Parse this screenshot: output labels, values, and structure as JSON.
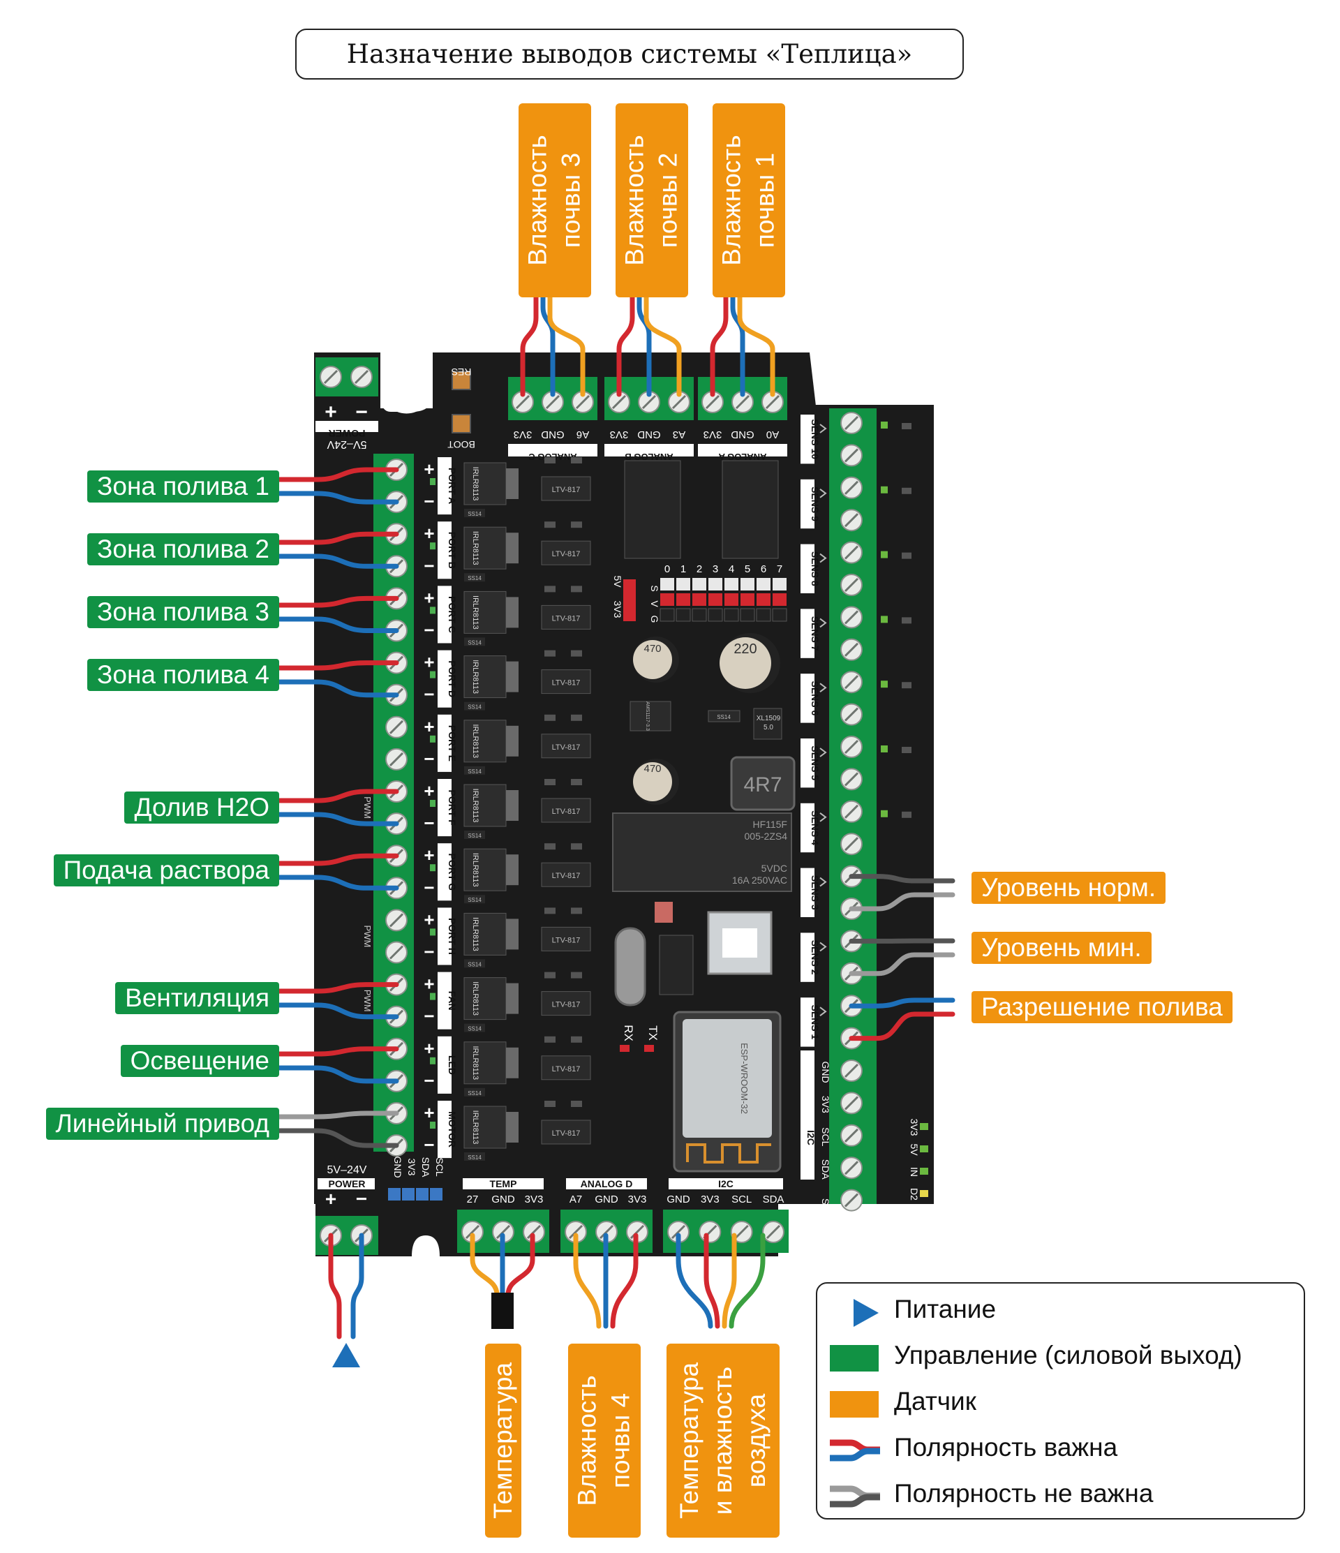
{
  "title": "Назначение выводов системы «Теплица»",
  "colors": {
    "power": "#1d6fb8",
    "control": "#119244",
    "sensor": "#f0930f",
    "board": "#1b1b1b",
    "terminal": "#119244"
  },
  "left_outputs": [
    {
      "label": "Зона полива 1",
      "type": "control"
    },
    {
      "label": "Зона полива 2",
      "type": "control"
    },
    {
      "label": "Зона полива 3",
      "type": "control"
    },
    {
      "label": "Зона полива 4",
      "type": "control"
    },
    {
      "label": "Долив H2O",
      "type": "control"
    },
    {
      "label": "Подача раствора",
      "type": "control"
    },
    {
      "label": "Вентиляция",
      "type": "control"
    },
    {
      "label": "Освещение",
      "type": "control"
    },
    {
      "label": "Линейный привод",
      "type": "control"
    }
  ],
  "right_sensors": [
    {
      "label": "Уровень норм.",
      "type": "sensor"
    },
    {
      "label": "Уровень мин.",
      "type": "sensor"
    },
    {
      "label": "Разрешение полива",
      "type": "sensor"
    }
  ],
  "top_sensors": [
    {
      "line1": "Влажность",
      "line2": "почвы 3",
      "port": "ANALOG C"
    },
    {
      "line1": "Влажность",
      "line2": "почвы 2",
      "port": "ANALOG B"
    },
    {
      "line1": "Влажность",
      "line2": "почвы 1",
      "port": "ANALOG A"
    }
  ],
  "bottom_sensors": [
    {
      "line1": "Температура",
      "line2": "",
      "line3": "",
      "port": "TEMP"
    },
    {
      "line1": "Влажность",
      "line2": "почвы 4",
      "line3": "",
      "port": "ANALOG D"
    },
    {
      "line1": "Температура",
      "line2": "и влажность",
      "line3": "воздуха",
      "port": "I2C"
    }
  ],
  "legend": [
    {
      "label": "Питание",
      "kind": "triangle"
    },
    {
      "label": "Управление (силовой выход)",
      "kind": "green"
    },
    {
      "label": "Датчик",
      "kind": "orange"
    },
    {
      "label": "Полярность важна",
      "kind": "polar-wire"
    },
    {
      "label": "Полярность не важна",
      "kind": "grey-wire"
    }
  ],
  "board": {
    "power_label": "POWER",
    "power_voltage": "5V–24V",
    "plus": "+",
    "minus": "−",
    "res": "RES",
    "boot": "BOOT",
    "ports": [
      "PORT A",
      "PORT B",
      "PORT C",
      "PORT D",
      "PORT E",
      "PORT F",
      "PORT G",
      "PORT H",
      "FAN",
      "LED",
      "MOTOR"
    ],
    "sens": [
      "SENS 10",
      "SENS 9",
      "SENS 8",
      "SENS 7",
      "SENS 6",
      "SENS 5",
      "SENS 4",
      "SENS 3",
      "SENS 2",
      "SENS 1"
    ],
    "analog_c_pins": [
      "3V3",
      "GND",
      "A6"
    ],
    "analog_b_pins": [
      "3V3",
      "GND",
      "A3"
    ],
    "analog_a_pins": [
      "3V3",
      "GND",
      "A0"
    ],
    "analog_c_title": "ANALOG C",
    "analog_b_title": "ANALOG B",
    "analog_a_title": "ANALOG A",
    "temp_title": "TEMP",
    "temp_pins": [
      "27",
      "GND",
      "3V3"
    ],
    "analog_d_title": "ANALOG D",
    "analog_d_pins": [
      "A7",
      "GND",
      "3V3"
    ],
    "i2c_title": "I2C",
    "i2c_pins": [
      "GND",
      "3V3",
      "SCL",
      "SDA"
    ],
    "i2c_side_pins": [
      "GND",
      "3V3",
      "SCL",
      "SDA"
    ],
    "i2c_side_title": "I2C",
    "s_label": "S",
    "header_pins": [
      "GND",
      "3V3",
      "SDA",
      "SCL"
    ],
    "gpio_numbers": [
      "0",
      "1",
      "2",
      "3",
      "4",
      "5",
      "6",
      "7"
    ],
    "svg_labels": [
      "S",
      "V",
      "G"
    ],
    "v_select": [
      "5V",
      "3V3"
    ],
    "status_leds": [
      "3V3",
      "5V",
      "IN",
      "D2"
    ],
    "cap1": "470",
    "cap2": "220",
    "cap3": "470",
    "inductor": "4R7",
    "relay_line1": "HF115F",
    "relay_line2": "005-2ZS4",
    "relay_line3": "5VDC",
    "relay_line4": "16A 250VAC",
    "xl": "XL1509",
    "xl2": "5.0",
    "ams": "AMS1117-3.3",
    "ss14": "SS14",
    "mosfet": "IRLR8113",
    "opto": "LTV-817",
    "esp": "ESP-WROOM-32",
    "rx": "RX",
    "tx": "TX",
    "pwm": "PWM"
  }
}
